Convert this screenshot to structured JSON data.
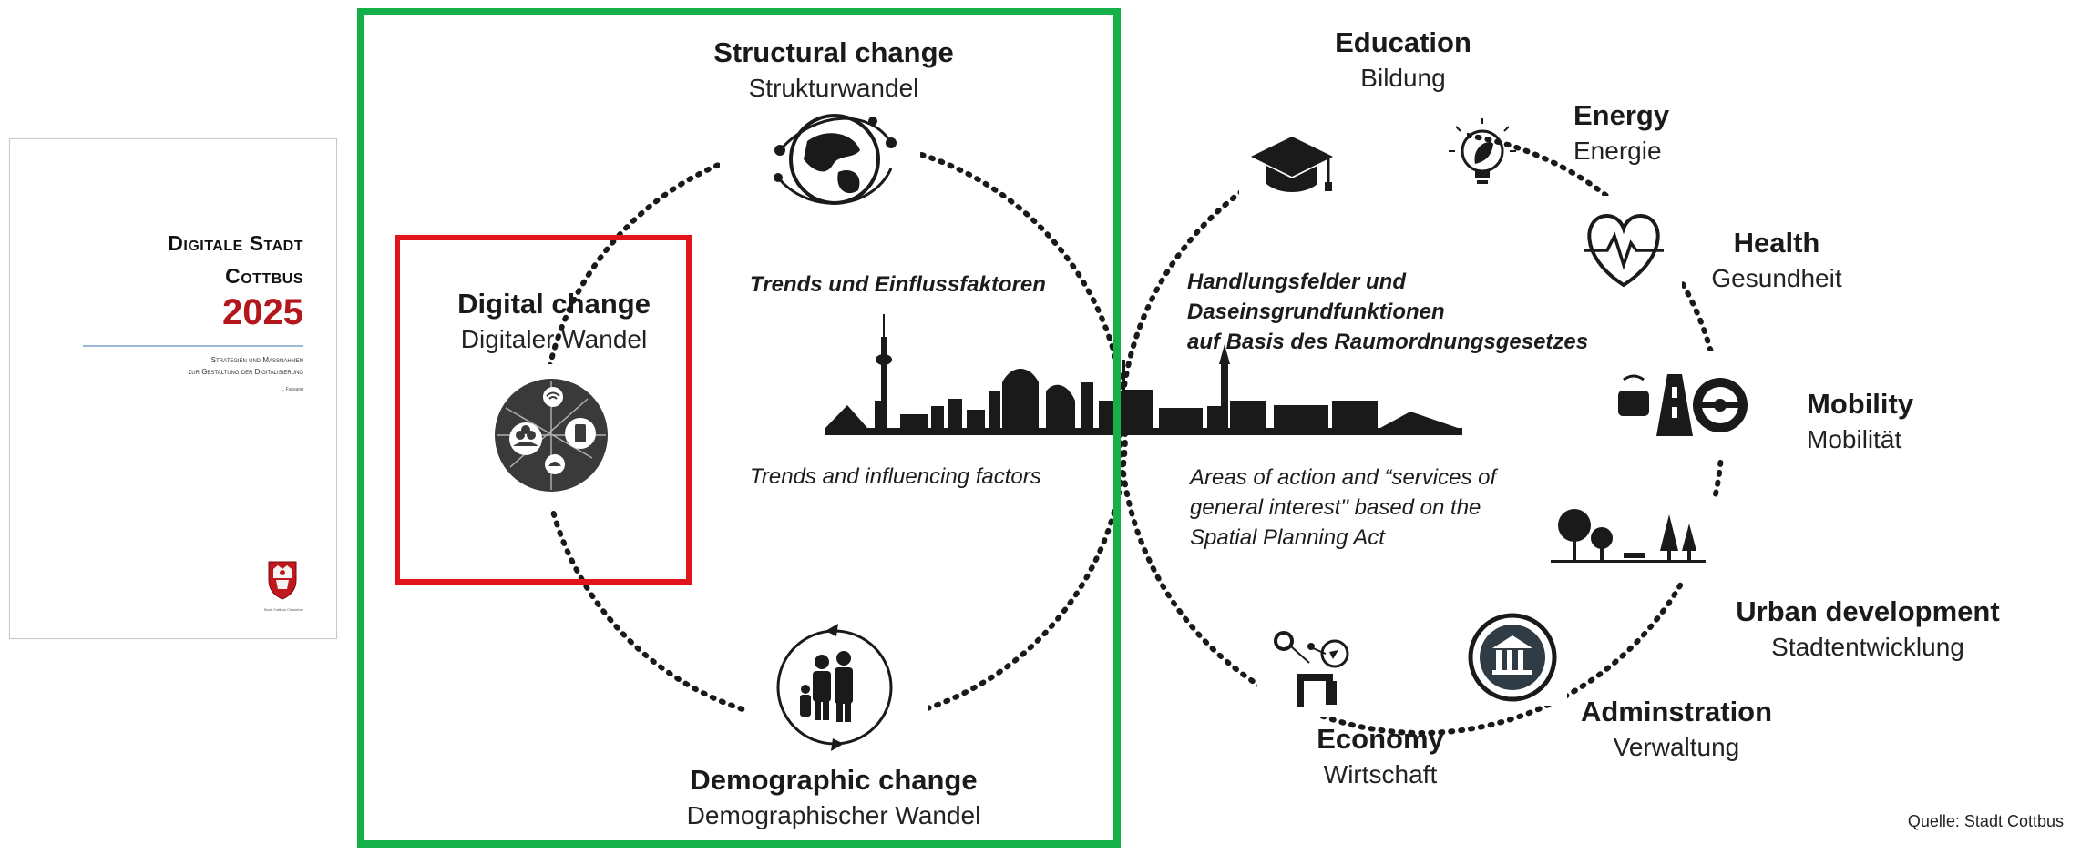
{
  "cover": {
    "title_line1": "Digitale Stadt",
    "title_line2": "Cottbus",
    "year": "2025",
    "subtitle_line1": "Strategien und Maßnahmen",
    "subtitle_line2": "zur Gestaltung der Digitalisierung",
    "edition": "1. Fassung",
    "crest_label": "Stadt Cottbus Chóśebuz"
  },
  "trends": {
    "header_de": "Trends und Einflussfaktoren",
    "header_en": "Trends and influencing factors",
    "items": [
      {
        "en": "Structural change",
        "de": "Strukturwandel",
        "icon": "globe-network-icon"
      },
      {
        "en": "Digital change",
        "de": "Digitaler Wandel",
        "icon": "digital-network-icon"
      },
      {
        "en": "Demographic change",
        "de": "Demographischer Wandel",
        "icon": "family-cycle-icon"
      }
    ]
  },
  "actions": {
    "header_de_line1": "Handlungsfelder und",
    "header_de_line2": "Daseinsgrundfunktionen",
    "header_de_line3": "auf Basis des Raumordnungsgesetzes",
    "header_en_line1": "Areas of action and “services of",
    "header_en_line2": "general interest\" based on the",
    "header_en_line3": "Spatial Planning Act",
    "items": [
      {
        "en": "Education",
        "de": "Bildung",
        "icon": "graduation-cap-icon"
      },
      {
        "en": "Energy",
        "de": "Energie",
        "icon": "light-bulb-leaf-icon"
      },
      {
        "en": "Health",
        "de": "Gesundheit",
        "icon": "heart-pulse-icon"
      },
      {
        "en": "Mobility",
        "de": "Mobilität",
        "icon": "car-road-steering-icon"
      },
      {
        "en": "Urban development",
        "de": "Stadtentwicklung",
        "icon": "park-trees-icon"
      },
      {
        "en": "Adminstration",
        "de": "Verwaltung",
        "icon": "government-building-icon"
      },
      {
        "en": "Economy",
        "de": "Wirtschaft",
        "icon": "industry-robot-icon"
      }
    ]
  },
  "skyline": {
    "icon": "city-skyline-icon"
  },
  "source": "Quelle: Stadt Cottbus",
  "colors": {
    "green_frame": "#16b04a",
    "red_frame": "#e2141b",
    "year_red": "#b3161b"
  }
}
